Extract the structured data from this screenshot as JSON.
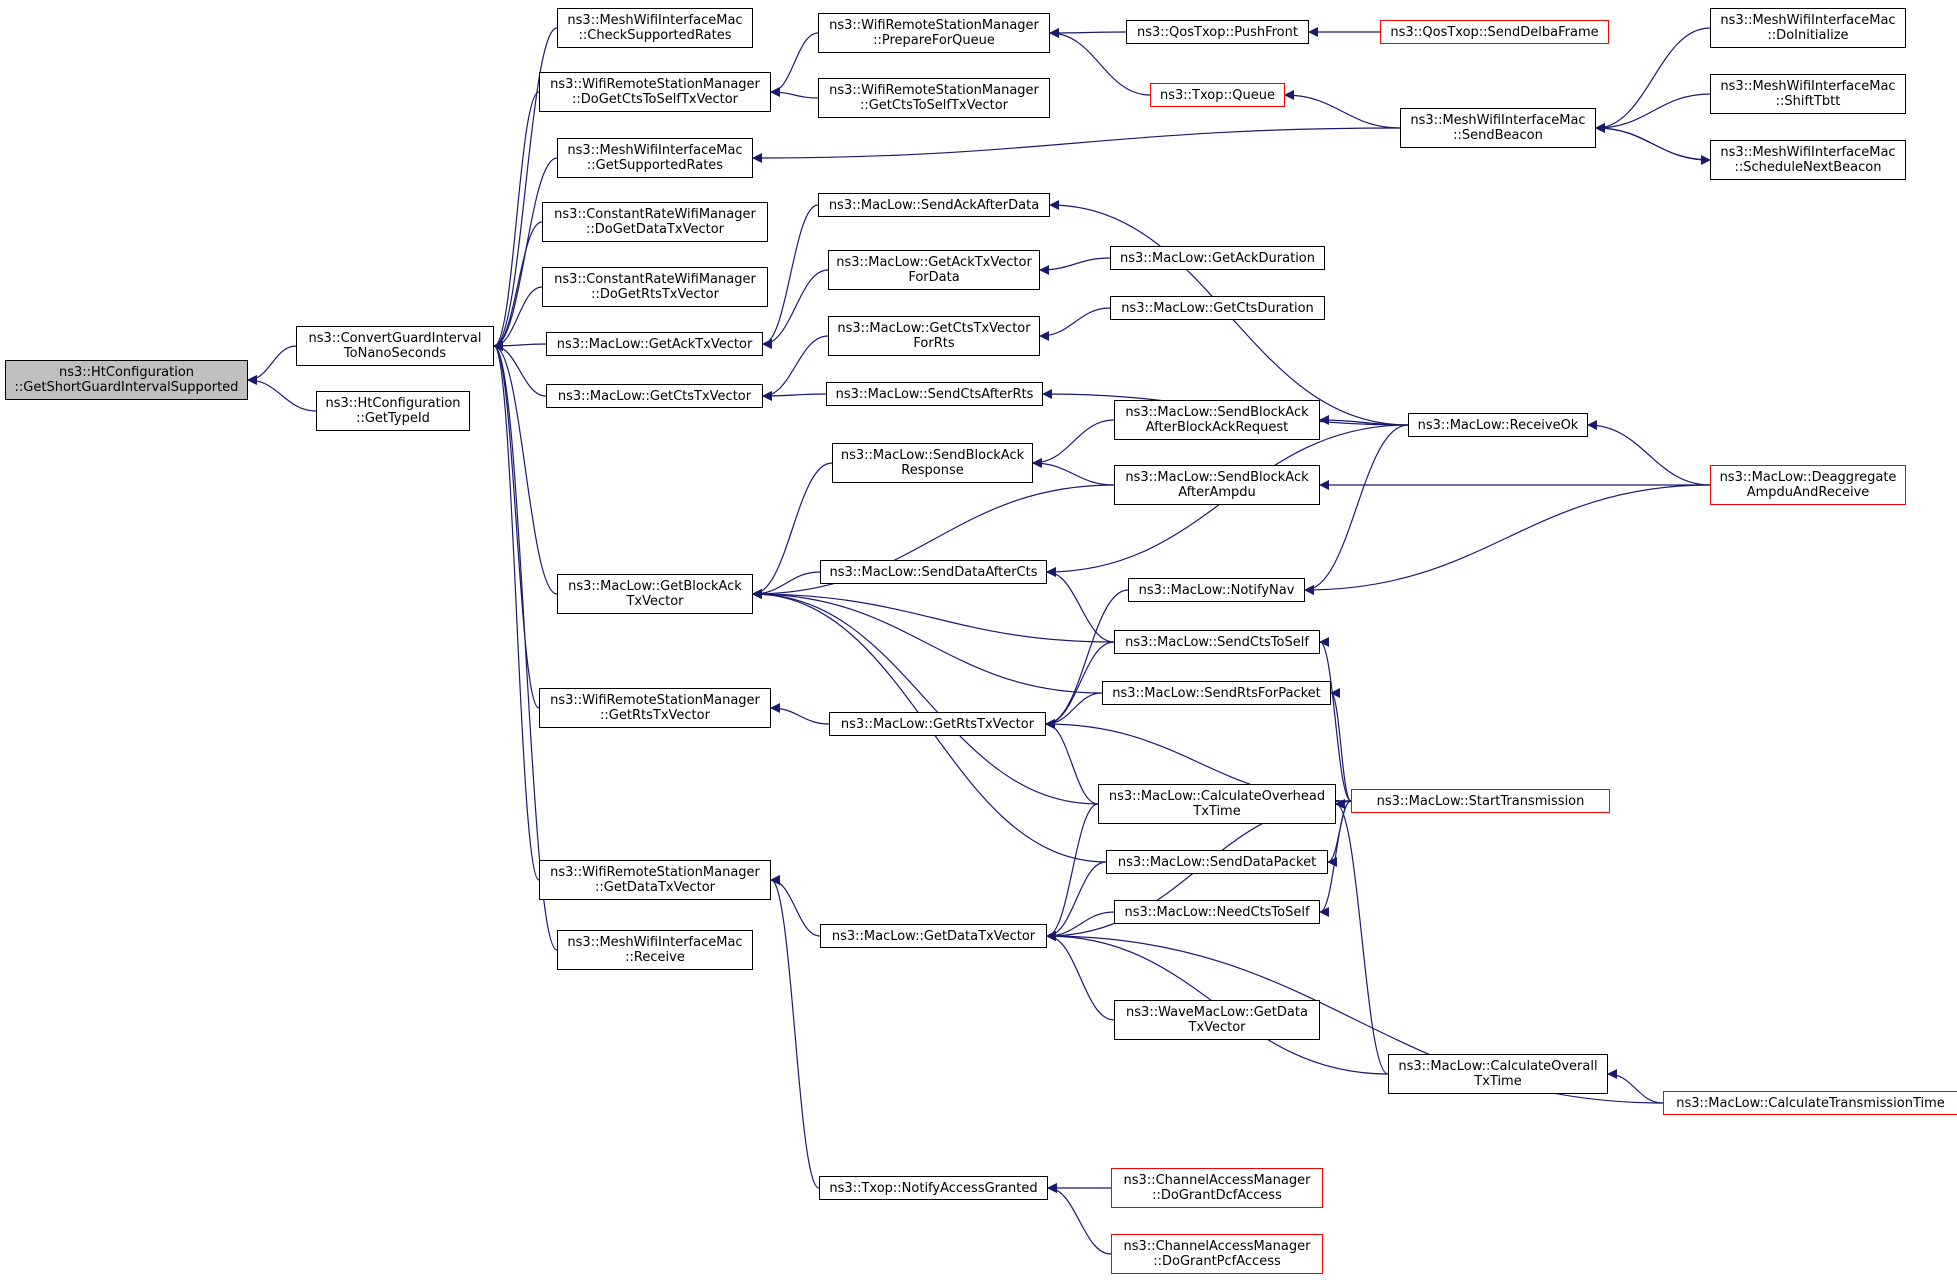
{
  "colors": {
    "edge": "#191970",
    "border": "#000000",
    "truncated": "#ff0000",
    "root_fill": "#bfbfbf"
  },
  "nodes": [
    {
      "id": "root",
      "lines": [
        "ns3::HtConfiguration",
        "::GetShortGuardIntervalSupported"
      ],
      "root": true
    },
    {
      "id": "cgi",
      "lines": [
        "ns3::ConvertGuardInterval",
        "ToNanoSeconds"
      ]
    },
    {
      "id": "htgti",
      "lines": [
        "ns3::HtConfiguration",
        "::GetTypeId"
      ]
    },
    {
      "id": "mwcsr",
      "lines": [
        "ns3::MeshWifiInterfaceMac",
        "::CheckSupportedRates"
      ]
    },
    {
      "id": "wrsdcts",
      "lines": [
        "ns3::WifiRemoteStationManager",
        "::DoGetCtsToSelfTxVector"
      ]
    },
    {
      "id": "mwgsr",
      "lines": [
        "ns3::MeshWifiInterfaceMac",
        "::GetSupportedRates"
      ]
    },
    {
      "id": "crdgd",
      "lines": [
        "ns3::ConstantRateWifiManager",
        "::DoGetDataTxVector"
      ]
    },
    {
      "id": "crdgr",
      "lines": [
        "ns3::ConstantRateWifiManager",
        "::DoGetRtsTxVector"
      ]
    },
    {
      "id": "mlgack",
      "lines": [
        "ns3::MacLow::GetAckTxVector"
      ]
    },
    {
      "id": "mlgcts",
      "lines": [
        "ns3::MacLow::GetCtsTxVector"
      ]
    },
    {
      "id": "mlgba",
      "lines": [
        "ns3::MacLow::GetBlockAck",
        "TxVector"
      ]
    },
    {
      "id": "wrsgrts",
      "lines": [
        "ns3::WifiRemoteStationManager",
        "::GetRtsTxVector"
      ]
    },
    {
      "id": "wrsgdata",
      "lines": [
        "ns3::WifiRemoteStationManager",
        "::GetDataTxVector"
      ]
    },
    {
      "id": "mwrecv",
      "lines": [
        "ns3::MeshWifiInterfaceMac",
        "::Receive"
      ]
    },
    {
      "id": "wrsprep",
      "lines": [
        "ns3::WifiRemoteStationManager",
        "::PrepareForQueue"
      ]
    },
    {
      "id": "wrsgcts",
      "lines": [
        "ns3::WifiRemoteStationManager",
        "::GetCtsToSelfTxVector"
      ]
    },
    {
      "id": "mlsackad",
      "lines": [
        "ns3::MacLow::SendAckAfterData"
      ]
    },
    {
      "id": "mlgackfd",
      "lines": [
        "ns3::MacLow::GetAckTxVector",
        "ForData"
      ]
    },
    {
      "id": "mlgctsfr",
      "lines": [
        "ns3::MacLow::GetCtsTxVector",
        "ForRts"
      ]
    },
    {
      "id": "mlscar",
      "lines": [
        "ns3::MacLow::SendCtsAfterRts"
      ]
    },
    {
      "id": "mlsbar",
      "lines": [
        "ns3::MacLow::SendBlockAck",
        "Response"
      ]
    },
    {
      "id": "mlsdac",
      "lines": [
        "ns3::MacLow::SendDataAfterCts"
      ]
    },
    {
      "id": "mlgrts",
      "lines": [
        "ns3::MacLow::GetRtsTxVector"
      ]
    },
    {
      "id": "mlgdata",
      "lines": [
        "ns3::MacLow::GetDataTxVector"
      ]
    },
    {
      "id": "txopnag",
      "lines": [
        "ns3::Txop::NotifyAccessGranted"
      ]
    },
    {
      "id": "qospf",
      "lines": [
        "ns3::QosTxop::PushFront"
      ]
    },
    {
      "id": "txopq",
      "lines": [
        "ns3::Txop::Queue"
      ],
      "truncated": true
    },
    {
      "id": "mlgad",
      "lines": [
        "ns3::MacLow::GetAckDuration"
      ]
    },
    {
      "id": "mlgcd",
      "lines": [
        "ns3::MacLow::GetCtsDuration"
      ]
    },
    {
      "id": "mlsbaabar",
      "lines": [
        "ns3::MacLow::SendBlockAck",
        "AfterBlockAckRequest"
      ]
    },
    {
      "id": "mlsbaaa",
      "lines": [
        "ns3::MacLow::SendBlockAck",
        "AfterAmpdu"
      ]
    },
    {
      "id": "mlnn",
      "lines": [
        "ns3::MacLow::NotifyNav"
      ]
    },
    {
      "id": "mlscts",
      "lines": [
        "ns3::MacLow::SendCtsToSelf"
      ]
    },
    {
      "id": "mlsrfp",
      "lines": [
        "ns3::MacLow::SendRtsForPacket"
      ]
    },
    {
      "id": "mlcot",
      "lines": [
        "ns3::MacLow::CalculateOverhead",
        "TxTime"
      ]
    },
    {
      "id": "mlsdp",
      "lines": [
        "ns3::MacLow::SendDataPacket"
      ]
    },
    {
      "id": "mlncts",
      "lines": [
        "ns3::MacLow::NeedCtsToSelf"
      ]
    },
    {
      "id": "wmlgd",
      "lines": [
        "ns3::WaveMacLow::GetData",
        "TxVector"
      ]
    },
    {
      "id": "cadgdcf",
      "lines": [
        "ns3::ChannelAccessManager",
        "::DoGrantDcfAccess"
      ],
      "truncated": true
    },
    {
      "id": "cadgpcf",
      "lines": [
        "ns3::ChannelAccessManager",
        "::DoGrantPcfAccess"
      ],
      "truncated": true
    },
    {
      "id": "qossdf",
      "lines": [
        "ns3::QosTxop::SendDelbaFrame"
      ],
      "truncated": true
    },
    {
      "id": "mwsb",
      "lines": [
        "ns3::MeshWifiInterfaceMac",
        "::SendBeacon"
      ]
    },
    {
      "id": "mlrok",
      "lines": [
        "ns3::MacLow::ReceiveOk"
      ]
    },
    {
      "id": "mlst",
      "lines": [
        "ns3::MacLow::StartTransmission"
      ],
      "truncated": true
    },
    {
      "id": "mlcott",
      "lines": [
        "ns3::MacLow::CalculateOverall",
        "TxTime"
      ]
    },
    {
      "id": "mwdi",
      "lines": [
        "ns3::MeshWifiInterfaceMac",
        "::DoInitialize"
      ]
    },
    {
      "id": "mwst",
      "lines": [
        "ns3::MeshWifiInterfaceMac",
        "::ShiftTbtt"
      ]
    },
    {
      "id": "mwsnb",
      "lines": [
        "ns3::MeshWifiInterfaceMac",
        "::ScheduleNextBeacon"
      ]
    },
    {
      "id": "mldar",
      "lines": [
        "ns3::MacLow::Deaggregate",
        "AmpduAndReceive"
      ],
      "truncated": true
    },
    {
      "id": "mlctt",
      "lines": [
        "ns3::MacLow::CalculateTransmissionTime"
      ],
      "truncated": true
    }
  ],
  "edges": [
    [
      "cgi",
      "root"
    ],
    [
      "htgti",
      "root"
    ],
    [
      "mwcsr",
      "cgi"
    ],
    [
      "wrsdcts",
      "cgi"
    ],
    [
      "mwgsr",
      "cgi"
    ],
    [
      "crdgd",
      "cgi"
    ],
    [
      "crdgr",
      "cgi"
    ],
    [
      "mlgack",
      "cgi"
    ],
    [
      "mlgcts",
      "cgi"
    ],
    [
      "mlgba",
      "cgi"
    ],
    [
      "wrsgrts",
      "cgi"
    ],
    [
      "wrsgdata",
      "cgi"
    ],
    [
      "mwrecv",
      "cgi"
    ],
    [
      "wrsprep",
      "wrsdcts"
    ],
    [
      "wrsgcts",
      "wrsdcts"
    ],
    [
      "qospf",
      "wrsprep"
    ],
    [
      "txopq",
      "wrsprep"
    ],
    [
      "qossdf",
      "qospf"
    ],
    [
      "mwsb",
      "txopq"
    ],
    [
      "mwsb",
      "mwgsr"
    ],
    [
      "mwdi",
      "mwsb"
    ],
    [
      "mwst",
      "mwsb"
    ],
    [
      "mwsnb",
      "mwsb"
    ],
    [
      "mwsb",
      "mwsnb"
    ],
    [
      "mlsackad",
      "mlgack"
    ],
    [
      "mlgackfd",
      "mlgack"
    ],
    [
      "mlgad",
      "mlgackfd"
    ],
    [
      "mlrok",
      "mlsackad"
    ],
    [
      "mlgctsfr",
      "mlgcts"
    ],
    [
      "mlscar",
      "mlgcts"
    ],
    [
      "mlgcd",
      "mlgctsfr"
    ],
    [
      "mlrok",
      "mlscar"
    ],
    [
      "mlsbar",
      "mlgba"
    ],
    [
      "mlsbaaa",
      "mlgba"
    ],
    [
      "mlsdac",
      "mlgba"
    ],
    [
      "mlscts",
      "mlgba"
    ],
    [
      "mlsrfp",
      "mlgba"
    ],
    [
      "mlcot",
      "mlgba"
    ],
    [
      "mlsdp",
      "mlgba"
    ],
    [
      "mlsbaabar",
      "mlsbar"
    ],
    [
      "mlsbaaa",
      "mlsbar"
    ],
    [
      "mlrok",
      "mlsbaabar"
    ],
    [
      "mldar",
      "mlsbaaa"
    ],
    [
      "mlrok",
      "mlsdac"
    ],
    [
      "mlscts",
      "mlsdac"
    ],
    [
      "mldar",
      "mlrok"
    ],
    [
      "mlrok",
      "mlnn"
    ],
    [
      "mldar",
      "mlnn"
    ],
    [
      "mlgrts",
      "wrsgrts"
    ],
    [
      "mlnn",
      "mlgrts"
    ],
    [
      "mlscts",
      "mlgrts"
    ],
    [
      "mlsrfp",
      "mlgrts"
    ],
    [
      "mlcot",
      "mlgrts"
    ],
    [
      "mlst",
      "mlgrts"
    ],
    [
      "mlst",
      "mlscts"
    ],
    [
      "mlst",
      "mlsrfp"
    ],
    [
      "mlst",
      "mlcot"
    ],
    [
      "mlcott",
      "mlcot"
    ],
    [
      "mlst",
      "mlsdp"
    ],
    [
      "mlst",
      "mlncts"
    ],
    [
      "mlgdata",
      "wrsgdata"
    ],
    [
      "txopnag",
      "wrsgdata"
    ],
    [
      "mlcot",
      "mlgdata"
    ],
    [
      "mlsdp",
      "mlgdata"
    ],
    [
      "mlncts",
      "mlgdata"
    ],
    [
      "mlst",
      "mlgdata"
    ],
    [
      "wmlgd",
      "mlgdata"
    ],
    [
      "mlcott",
      "mlgdata"
    ],
    [
      "mlctt",
      "mlgdata"
    ],
    [
      "mlctt",
      "mlcott"
    ],
    [
      "cadgdcf",
      "txopnag"
    ],
    [
      "cadgpcf",
      "txopnag"
    ]
  ]
}
